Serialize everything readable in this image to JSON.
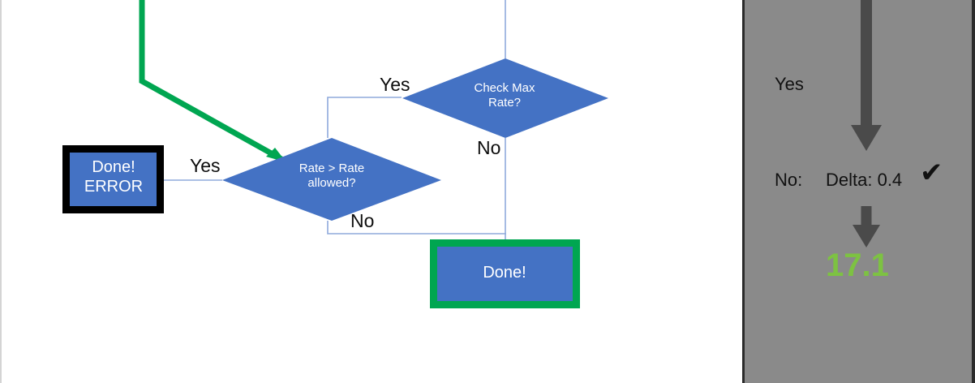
{
  "slide": {
    "background_color": "#ffffff",
    "shape_fill": "#4472c4",
    "shape_text_color": "#ffffff",
    "connector_color": "#8faadc",
    "highlight_green": "#00a651",
    "error_border_color": "#000000"
  },
  "flow": {
    "nodes": [
      {
        "id": "check-max-rate",
        "type": "decision",
        "label": "Check Max\nRate?"
      },
      {
        "id": "rate-gt-rate-allowed",
        "type": "decision",
        "label": "Rate > Rate\nallowed?"
      },
      {
        "id": "done-error",
        "type": "terminator",
        "label": "Done!\nERROR",
        "border": "black"
      },
      {
        "id": "done",
        "type": "terminator",
        "label": "Done!",
        "border": "green"
      }
    ],
    "edge_labels": {
      "check_max_yes": "Yes",
      "check_max_no": "No",
      "rate_yes": "Yes",
      "rate_no": "No"
    }
  },
  "panel": {
    "yes_label": "Yes",
    "no_label": "No:",
    "delta_label": "Delta: 0.4",
    "check_glyph": "✔",
    "value": "17.1",
    "value_color": "#7dc242",
    "background_color": "#8a8a8a",
    "arrow_color": "#4a4a4a"
  }
}
